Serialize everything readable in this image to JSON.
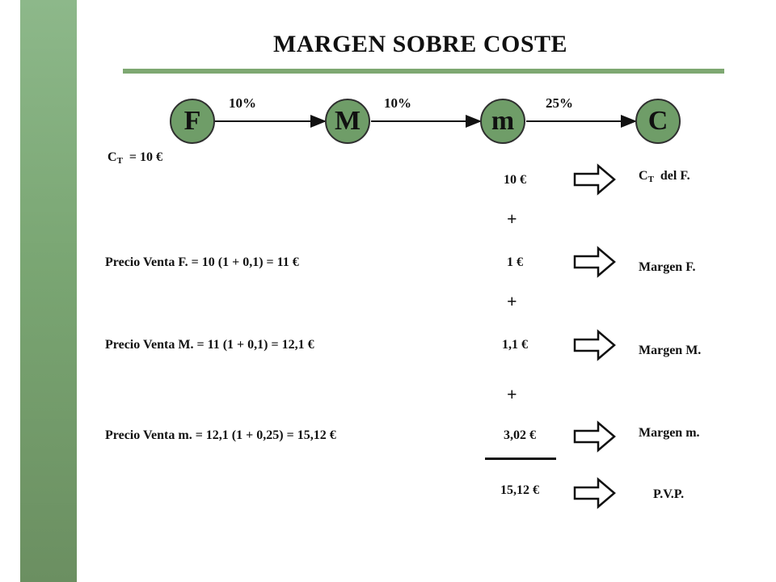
{
  "title": "MARGEN SOBRE COSTE",
  "chain": {
    "nodes": [
      "F",
      "M",
      "m",
      "C"
    ],
    "percentages": [
      "10%",
      "10%",
      "25%"
    ]
  },
  "cost": {
    "symbol": "C",
    "subscript": "T",
    "value_text": "= 10 €"
  },
  "rows": [
    {
      "formula": "",
      "amount": "10 €",
      "label_symbol": "C",
      "label_subscript": "T",
      "label": "del F."
    },
    {
      "formula": "Precio Venta F. =  10 (1 + 0,1) = 11 €",
      "amount": "1 €",
      "label": "Margen F."
    },
    {
      "formula": "Precio Venta M. =  11 (1 + 0,1) = 12,1 €",
      "amount": "1,1 €",
      "label": "Margen M."
    },
    {
      "formula": "Precio Venta m. =  12,1 (1 + 0,25) = 15,12 €",
      "amount": "3,02 €",
      "label": "Margen m."
    },
    {
      "formula": "",
      "amount": "15,12 €",
      "label": "P.V.P."
    }
  ],
  "plus_sign": "+",
  "colors": {
    "sidebar": "#7aa673",
    "node_fill": "#6f9d68",
    "rule": "#7ea872"
  }
}
